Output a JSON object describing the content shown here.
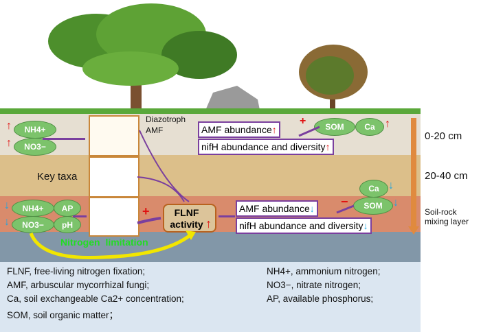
{
  "colors": {
    "topsoil": "#e6dfd2",
    "midsoil": "#dcbf8a",
    "mixlayer": "#d98b6c",
    "rock": "#8297a8",
    "legend_bg": "#dbe6f1",
    "arrow": "#7a3f9e",
    "up": "#e01010",
    "down": "#1ea5e0",
    "ellipse": "#7cc36b",
    "green_text": "#22dd22",
    "yellow": "#f2e600"
  },
  "depths": [
    "0-20 cm",
    "20-40 cm",
    "Soil-rock mixing layer"
  ],
  "top": {
    "nh4": "NH4+",
    "no3": "NO3−",
    "diazotroph": "Diazotroph",
    "amf": "AMF",
    "amf_box": "AMF abundance",
    "nifh_box": "nifH abundance and diversity",
    "som": "SOM",
    "ca": "Ca",
    "sign": "+"
  },
  "middle": {
    "key_taxa": "Key taxa"
  },
  "bottom": {
    "nh4": "NH4+",
    "no3": "NO3−",
    "ap": "AP",
    "ph": "pH",
    "sign": "+",
    "flnf": "FLNF activity",
    "amf_box": "AMF abundance",
    "nifh_box": "nifH abundance and diversity",
    "som": "SOM",
    "ca": "Ca",
    "sign2": "−",
    "nitrogen_limitation": "Nitrogen limitation"
  },
  "legend": {
    "left": [
      "FLNF, free-living nitrogen fixation;",
      "AMF, arbuscular mycorrhizal fungi;",
      "Ca, soil exchangeable Ca2+ concentration;",
      "SOM, soil organic matter；"
    ],
    "right": [
      "NH4+, ammonium nitrogen;",
      "NO3−, nitrate nitrogen;",
      "AP, available phosphorus;"
    ]
  },
  "icons": [
    "tree",
    "grass",
    "rock",
    "microbe-community",
    "arrow-up",
    "arrow-down"
  ]
}
